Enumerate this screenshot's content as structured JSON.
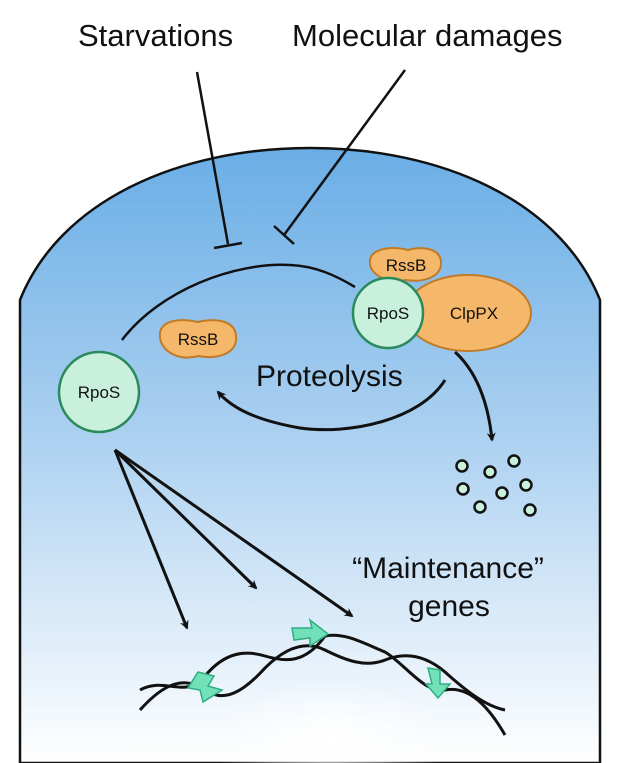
{
  "labels": {
    "starvations": "Starvations",
    "molecular_damages": "Molecular damages",
    "proteolysis": "Proteolysis",
    "maintenance": "“Maintenance”",
    "genes": "genes"
  },
  "proteins": {
    "rpos_free": "RpoS",
    "rssb_free": "RssB",
    "rssb_complex": "RssB",
    "rpos_complex": "RpoS",
    "clppx": "ClpPX"
  },
  "colors": {
    "cell_top": "#82b8e6",
    "cell_bottom": "#ffffff",
    "rpos_fill": "#c9f0dc",
    "rpos_stroke": "#2a8a5c",
    "orange_fill": "#f5b86a",
    "orange_stroke": "#c27a24",
    "gene_marker": "#72e0b8",
    "ink": "#111111"
  }
}
